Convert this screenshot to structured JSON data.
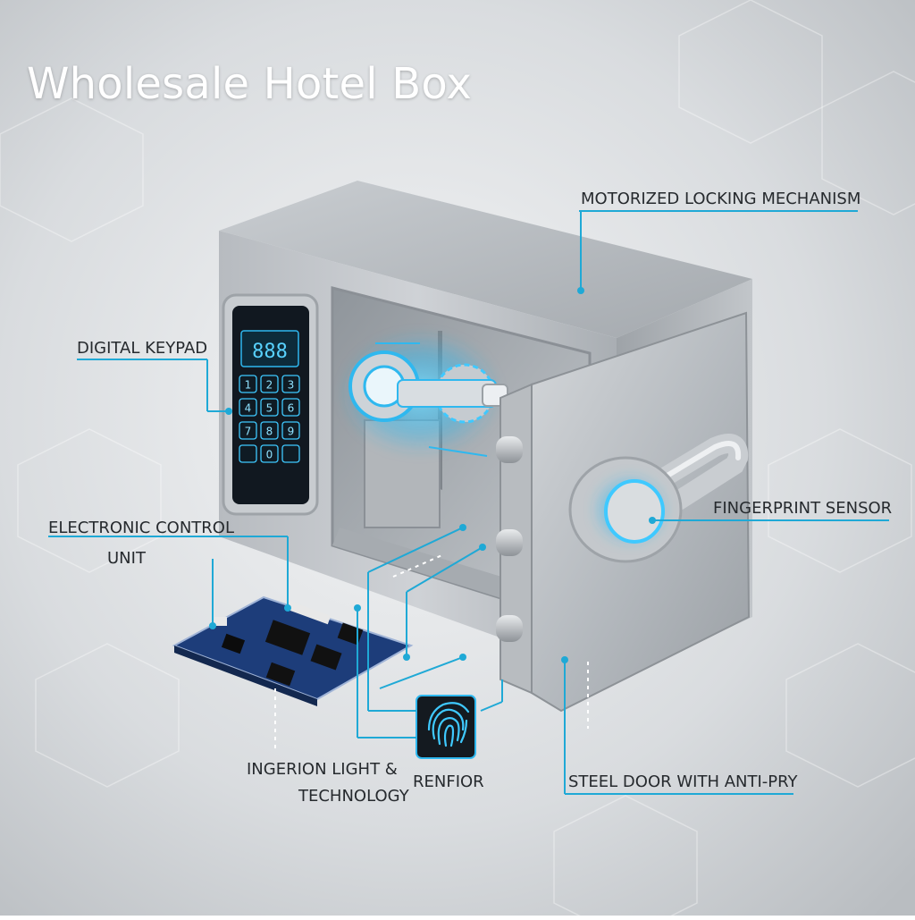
{
  "title": "Wholesale Hotel Box",
  "labels": {
    "motorized": "MOTORIZED LOCKING MECHANISM",
    "keypad": "DIGITAL KEYPAD",
    "fingerprint": "FINGERPRINT SENSOR",
    "ecu_line1": "ELECTRONIC CONTROL",
    "ecu_line2": "UNIT",
    "ingerion_line1": "INGERION LIGHT &",
    "ingerion_line2": "TECHNOLOGY",
    "renfior": "RENFIOR",
    "steel_door": "STEEL DOOR WITH ANTI-PRY"
  },
  "keypad": {
    "display": "888",
    "keys": [
      "1",
      "2",
      "3",
      "4",
      "5",
      "6",
      "7",
      "8",
      "9",
      "0",
      "",
      ""
    ]
  },
  "colors": {
    "accent": "#1fa9d6",
    "glow": "#3fc9ff",
    "steel": "#a9aeb3",
    "text": "#262a2e",
    "board": "#1d3d7a"
  },
  "icons": [
    "fingerprint-icon"
  ]
}
